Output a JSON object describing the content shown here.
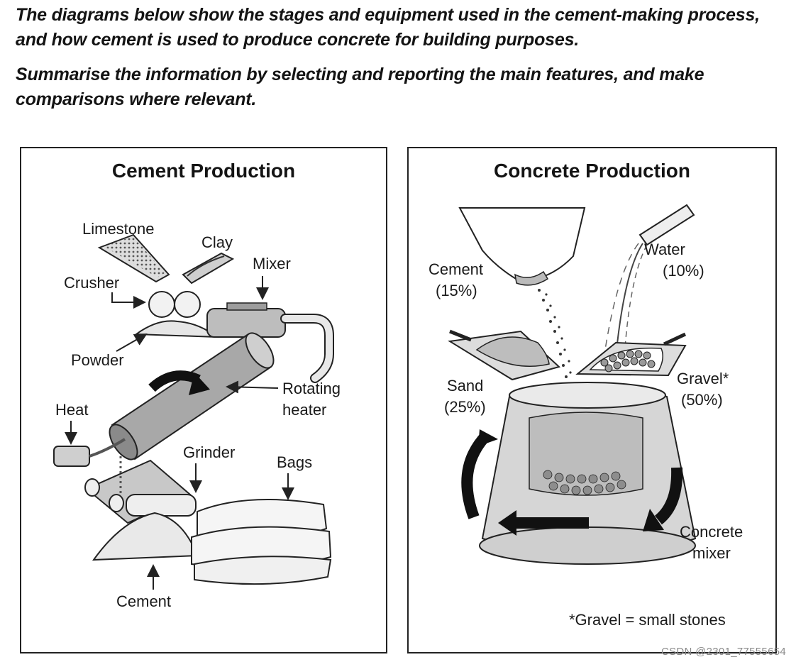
{
  "prompt": {
    "line1": "The diagrams below show the stages and equipment used in the cement-making process, and how cement is used to produce concrete for building purposes.",
    "line2": "Summarise the information by selecting and reporting the main features, and make comparisons where relevant."
  },
  "cement": {
    "title": "Cement Production",
    "labels": {
      "limestone": "Limestone",
      "clay": "Clay",
      "mixer": "Mixer",
      "crusher": "Crusher",
      "powder": "Powder",
      "rotating1": "Rotating",
      "rotating2": "heater",
      "heat": "Heat",
      "grinder": "Grinder",
      "bags": "Bags",
      "cement": "Cement"
    }
  },
  "concrete": {
    "title": "Concrete Production",
    "labels": {
      "cement1": "Cement",
      "cement2": "(15%)",
      "water1": "Water",
      "water2": "(10%)",
      "sand1": "Sand",
      "sand2": "(25%)",
      "gravel1": "Gravel*",
      "gravel2": "(50%)",
      "mixer1": "Concrete",
      "mixer2": "mixer",
      "footnote": "*Gravel = small stones"
    }
  },
  "watermark": "CSDN @2301_77555654"
}
